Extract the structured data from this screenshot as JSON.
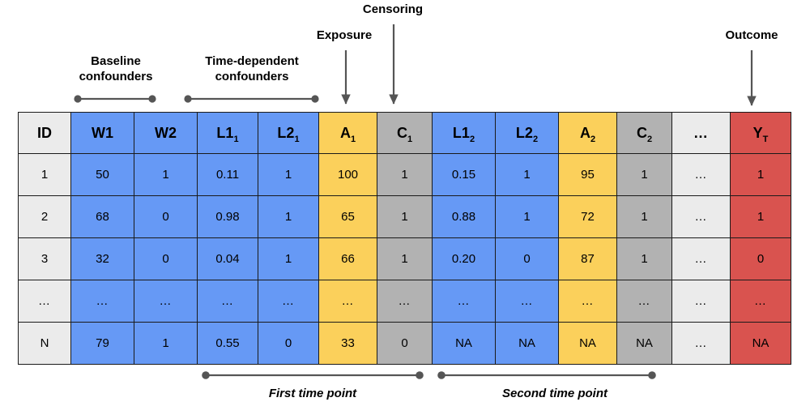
{
  "annotations": {
    "top": [
      {
        "name": "baseline-confounders",
        "label": "Baseline\nconfounders"
      },
      {
        "name": "time-dependent-confounders",
        "label": "Time-dependent\nconfounders"
      },
      {
        "name": "exposure",
        "label": "Exposure"
      },
      {
        "name": "censoring",
        "label": "Censoring"
      },
      {
        "name": "outcome",
        "label": "Outcome"
      }
    ],
    "bottom": [
      {
        "name": "first-time-point",
        "label": "First time point"
      },
      {
        "name": "second-time-point",
        "label": "Second time point"
      }
    ]
  },
  "table": {
    "columns": [
      {
        "key": "id",
        "header": "ID",
        "sub": "",
        "color": "c-id"
      },
      {
        "key": "w1",
        "header": "W1",
        "sub": "",
        "color": "c-blue"
      },
      {
        "key": "w2",
        "header": "W2",
        "sub": "",
        "color": "c-blue"
      },
      {
        "key": "l11",
        "header": "L1",
        "sub": "1",
        "color": "c-blue"
      },
      {
        "key": "l21",
        "header": "L2",
        "sub": "1",
        "color": "c-blue"
      },
      {
        "key": "a1",
        "header": "A",
        "sub": "1",
        "color": "c-yellow"
      },
      {
        "key": "c1",
        "header": "C",
        "sub": "1",
        "color": "c-gray"
      },
      {
        "key": "l12",
        "header": "L1",
        "sub": "2",
        "color": "c-blue"
      },
      {
        "key": "l22",
        "header": "L2",
        "sub": "2",
        "color": "c-blue"
      },
      {
        "key": "a2",
        "header": "A",
        "sub": "2",
        "color": "c-yellow"
      },
      {
        "key": "c2",
        "header": "C",
        "sub": "2",
        "color": "c-gray"
      },
      {
        "key": "gap",
        "header": "…",
        "sub": "",
        "color": "c-ell"
      },
      {
        "key": "yt",
        "header": "Y",
        "sub": "T",
        "color": "c-red"
      }
    ],
    "rows": [
      [
        "1",
        "50",
        "1",
        "0.11",
        "1",
        "100",
        "1",
        "0.15",
        "1",
        "95",
        "1",
        "…",
        "1"
      ],
      [
        "2",
        "68",
        "0",
        "0.98",
        "1",
        "65",
        "1",
        "0.88",
        "1",
        "72",
        "1",
        "…",
        "1"
      ],
      [
        "3",
        "32",
        "0",
        "0.04",
        "1",
        "66",
        "1",
        "0.20",
        "0",
        "87",
        "1",
        "…",
        "0"
      ],
      [
        "…",
        "…",
        "…",
        "…",
        "…",
        "…",
        "…",
        "…",
        "…",
        "…",
        "…",
        "…",
        "…"
      ],
      [
        "N",
        "79",
        "1",
        "0.55",
        "0",
        "33",
        "0",
        "NA",
        "NA",
        "NA",
        "NA",
        "…",
        "NA"
      ]
    ]
  },
  "colors": {
    "blue": "#6699f5",
    "yellow": "#fbd05b",
    "gray": "#b2b2b2",
    "red": "#d9534f",
    "neutral": "#ebebeb",
    "border": "#1a1a1a",
    "connector": "#555555"
  },
  "icons": {
    "down-arrow": "down-arrow-icon",
    "range-bracket": "range-bracket-icon"
  }
}
